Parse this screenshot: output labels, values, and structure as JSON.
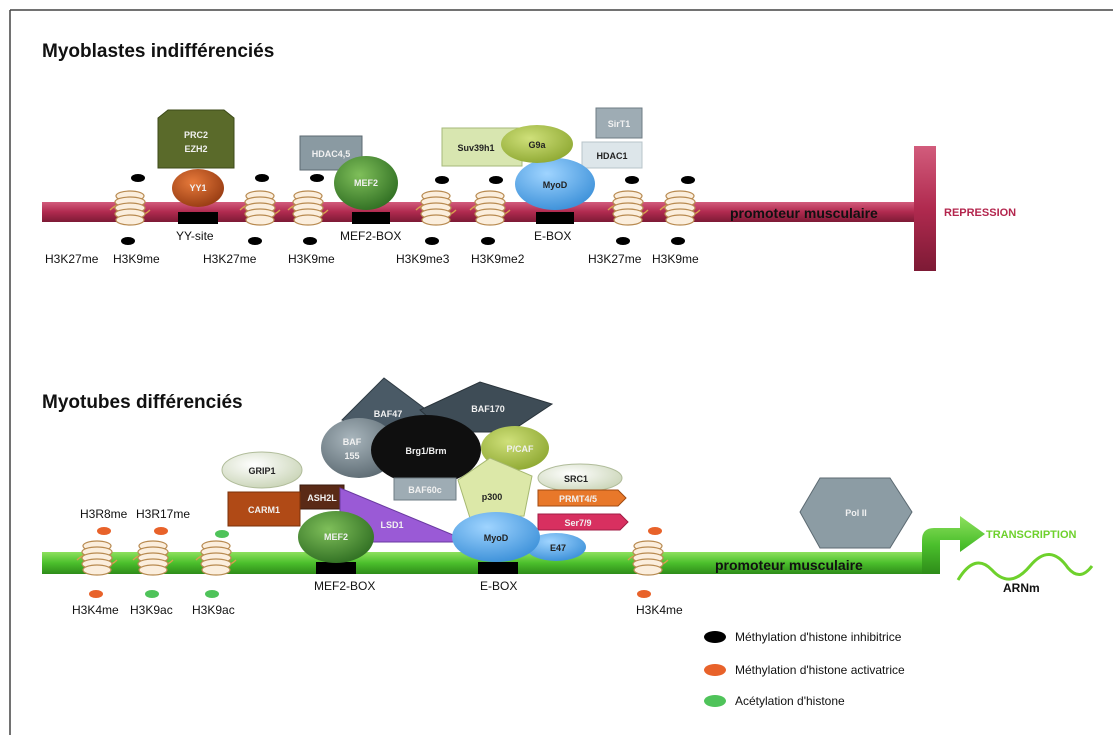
{
  "panel_top": {
    "title": "Myoblastes indifférenciés",
    "promoter": "promoteur musculaire",
    "end_label": "REPRESSION",
    "proteins": {
      "prc2": "PRC2",
      "ezh2": "EZH2",
      "yy1": "YY1",
      "hdac45": "HDAC4,5",
      "mef2": "MEF2",
      "suv39h1": "Suv39h1",
      "g9a": "G9a",
      "sirt1": "SirT1",
      "hdac1": "HDAC1",
      "myod": "MyoD"
    },
    "sites": {
      "yy": "YY-site",
      "mef2box": "MEF2-BOX",
      "ebox": "E-BOX"
    },
    "marks": [
      "H3K27me",
      "H3K9me",
      "H3K27me",
      "H3K9me",
      "H3K9me3",
      "H3K9me2",
      "H3K27me",
      "H3K9me"
    ]
  },
  "panel_bottom": {
    "title": "Myotubes différenciés",
    "promoter": "promoteur musculaire",
    "end_label": "TRANSCRIPTION",
    "mrna": "ARNm",
    "proteins": {
      "baf47": "BAF47",
      "baf170": "BAF170",
      "baf155_a": "BAF",
      "baf155_b": "155",
      "brg1": "Brg1/Brm",
      "pcaf": "P/CAF",
      "grip1": "GRIP1",
      "src1": "SRC1",
      "ash2l": "ASH2L",
      "carm1": "CARM1",
      "baf60c": "BAF60c",
      "p300": "p300",
      "prmt45": "PRMT4/5",
      "lsd1": "LSD1",
      "ser79": "Ser7/9",
      "mef2": "MEF2",
      "myod": "MyoD",
      "e47": "E47",
      "polii": "Pol II"
    },
    "sites": {
      "mef2box": "MEF2-BOX",
      "ebox": "E-BOX"
    },
    "marks": {
      "top1": "H3R8me",
      "top2": "H3R17me",
      "bot1": "H3K4me",
      "bot2": "H3K9ac",
      "bot3": "H3K9ac",
      "bot4": "H3K4me"
    }
  },
  "legend": [
    {
      "label": "Méthylation d'histone inhibitrice",
      "color": "#000000"
    },
    {
      "label": "Méthylation d'histone activatrice",
      "color": "#e8622a"
    },
    {
      "label": "Acétylation d'histone",
      "color": "#4fc35a"
    }
  ],
  "colors": {
    "repression": "#b3254d",
    "activation": "#4ec22e",
    "transcription_text": "#6ed12c"
  }
}
